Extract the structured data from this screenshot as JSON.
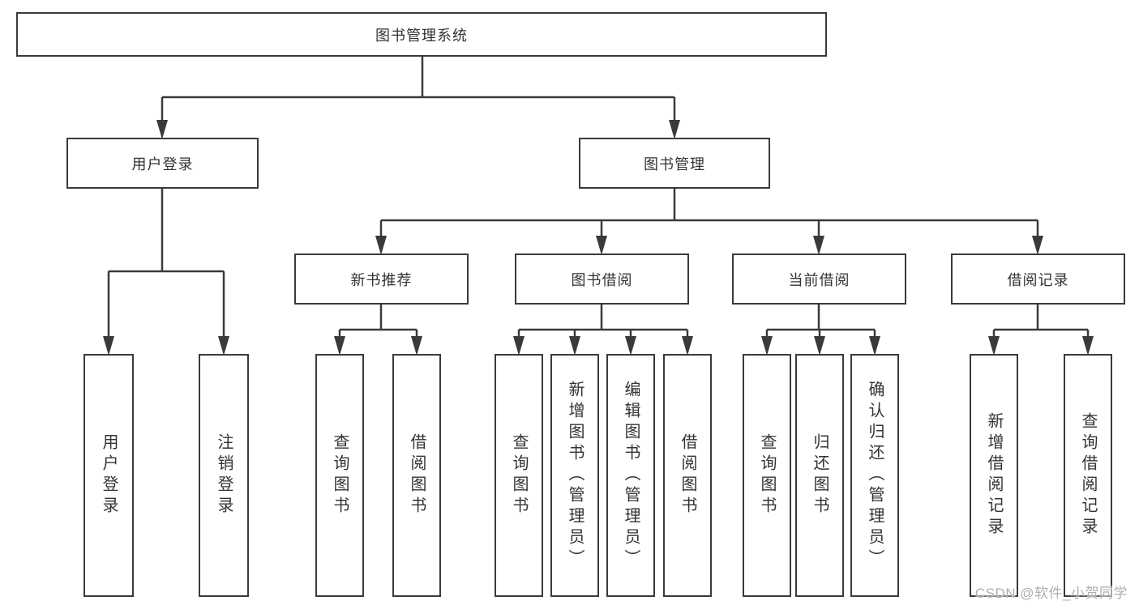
{
  "watermark": {
    "text": "CSDN @软件_小贺同学"
  },
  "colors": {
    "line": "#3a3a3a",
    "box_border": "#3a3a3a",
    "box_fill": "#ffffff",
    "text": "#333333",
    "watermark": "#a9aeb4"
  },
  "tree": {
    "root": {
      "label": "图书管理系统",
      "children": [
        {
          "label": "用户登录",
          "children": [
            {
              "label": "用户登录"
            },
            {
              "label": "注销登录"
            }
          ]
        },
        {
          "label": "图书管理",
          "children": [
            {
              "label": "新书推荐",
              "children": [
                {
                  "label": "查询图书"
                },
                {
                  "label": "借阅图书"
                }
              ]
            },
            {
              "label": "图书借阅",
              "children": [
                {
                  "label": "查询图书"
                },
                {
                  "label": "新增图书（管理员）"
                },
                {
                  "label": "编辑图书（管理员）"
                },
                {
                  "label": "借阅图书"
                }
              ]
            },
            {
              "label": "当前借阅",
              "children": [
                {
                  "label": "查询图书"
                },
                {
                  "label": "归还图书"
                },
                {
                  "label": "确认归还（管理员）"
                }
              ]
            },
            {
              "label": "借阅记录",
              "children": [
                {
                  "label": "新增借阅记录"
                },
                {
                  "label": "查询借阅记录"
                }
              ]
            }
          ]
        }
      ]
    }
  }
}
